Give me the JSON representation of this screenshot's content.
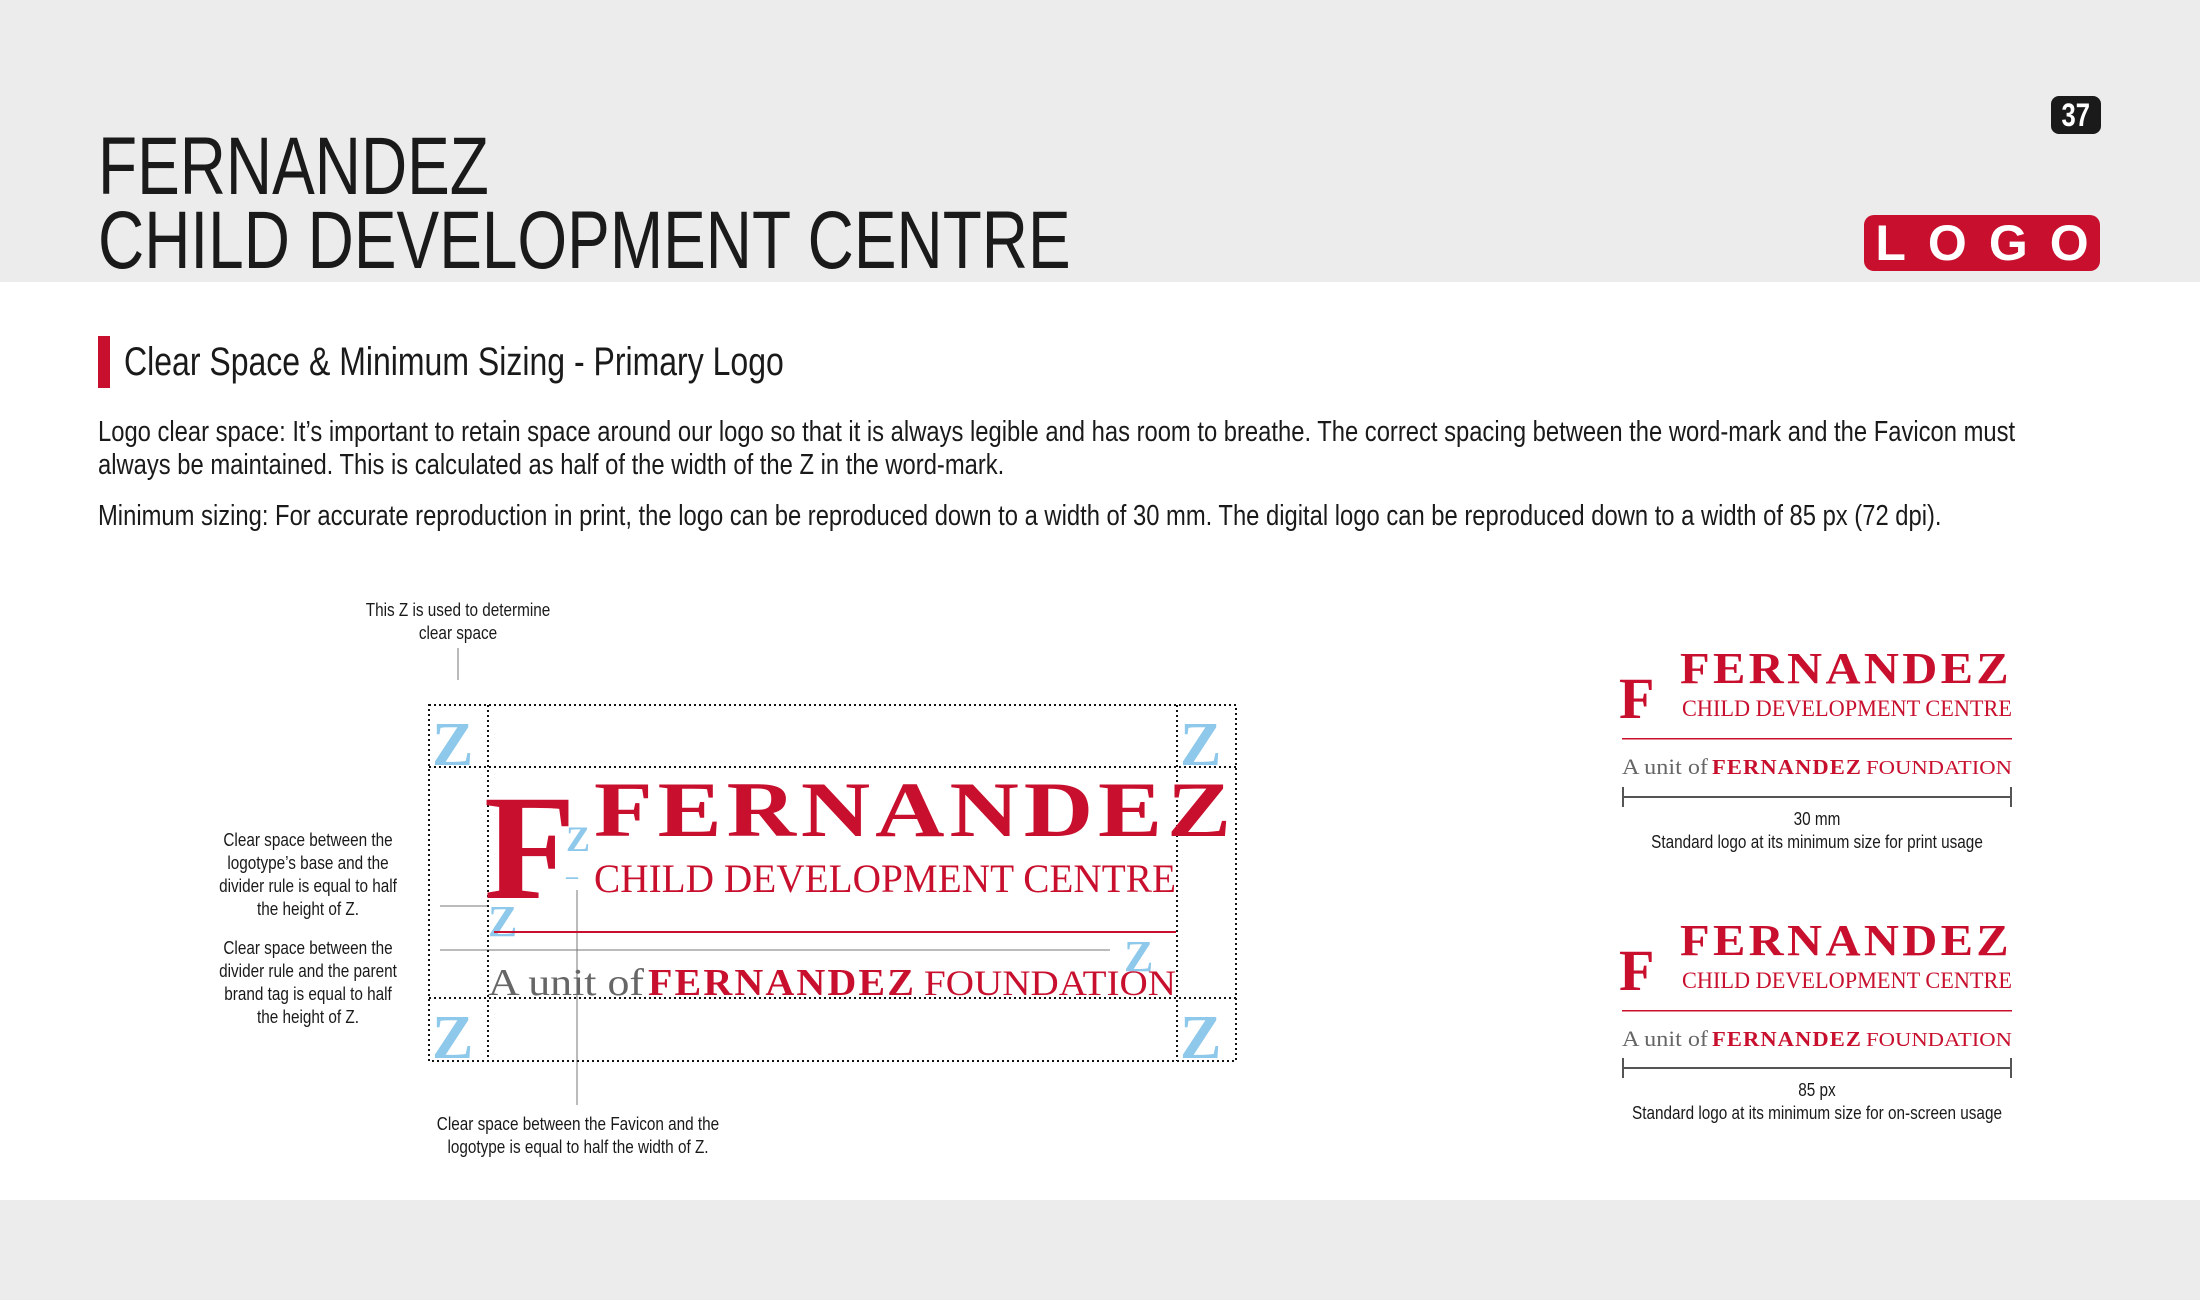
{
  "header": {
    "title_line1": "FERNANDEZ",
    "title_line2": "CHILD DEVELOPMENT CENTRE",
    "page_number": "37",
    "section_label": "LOGO"
  },
  "content": {
    "subheading": "Clear Space & Minimum Sizing - Primary Logo",
    "paragraph1_line1": "Logo clear space: It’s important to retain space around our logo so that it is always legible and has room to breathe. The correct spacing between the word-mark and the Favicon must",
    "paragraph1_line2": "always be maintained. This is calculated as half of the width of the Z in the word-mark.",
    "paragraph2": "Minimum sizing: For accurate reproduction in print, the logo can be reproduced down to a width of 30 mm. The digital logo can be reproduced down to a width of 85 px (72 dpi)."
  },
  "diagram": {
    "note_z_line1": "This Z is used to determine",
    "note_z_line2": "clear space",
    "note_base_lines": [
      "Clear space between the",
      "logotype’s base and the",
      "divider rule is equal to half",
      "the height of Z."
    ],
    "note_rule_lines": [
      "Clear space between the",
      "divider rule and the parent",
      "brand tag is equal to half",
      "the height of Z."
    ],
    "note_favicon_line1": "Clear space between the Favicon and the",
    "note_favicon_line2": "logotype is equal to half the width of Z.",
    "z_glyph": "Z"
  },
  "logo": {
    "favicon": "F",
    "wordmark": "FERNANDEZ",
    "subline": "CHILD DEVELOPMENT CENTRE",
    "tag_prefix": "A unit of",
    "tag_brand": "FERNANDEZ",
    "tag_suffix": "FOUNDATION"
  },
  "min_print": {
    "size": "30 mm",
    "caption": "Standard logo at its minimum size for print usage"
  },
  "min_screen": {
    "size": "85 px",
    "caption": "Standard logo at its minimum size for on-screen usage"
  },
  "colors": {
    "brand_red": "#c8102e",
    "clear_space_blue": "#8ec8ea",
    "band_grey": "#edecec",
    "text": "#1a1a1a"
  }
}
